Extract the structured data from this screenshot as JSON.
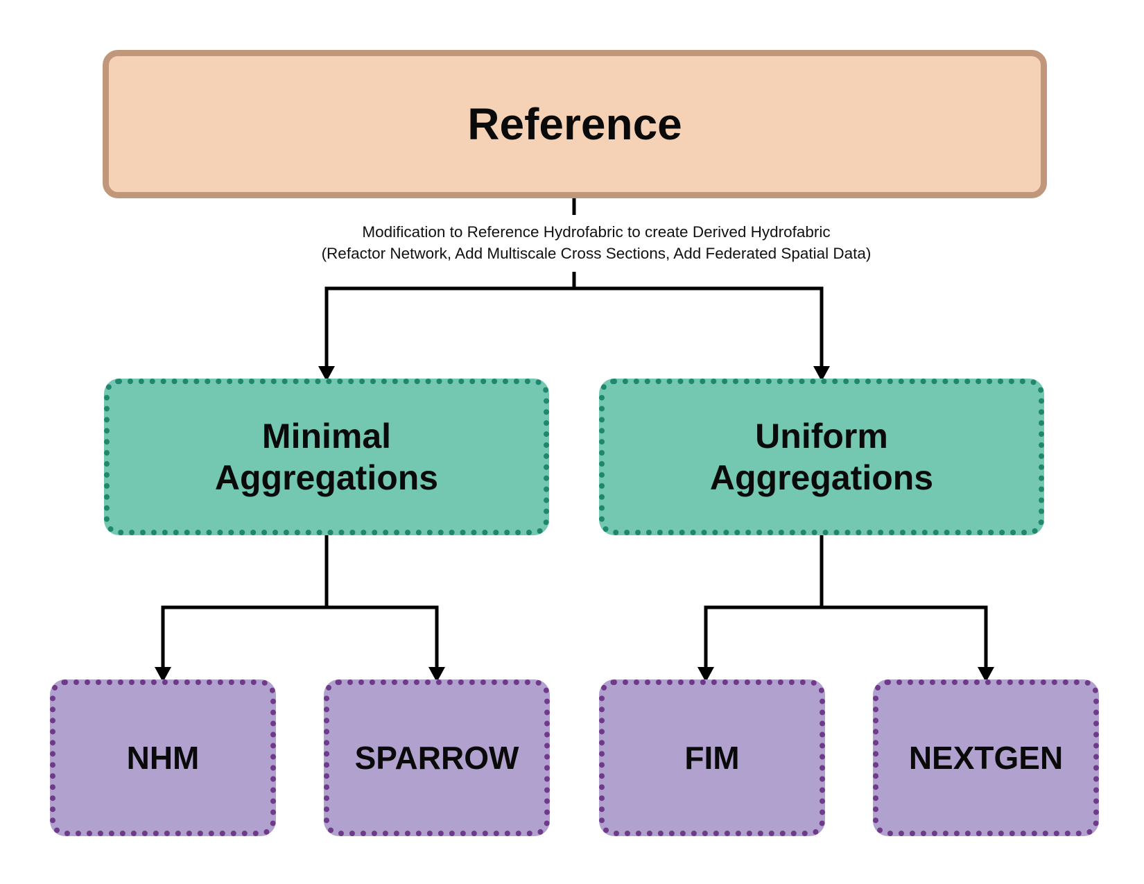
{
  "reference": {
    "label": "Reference"
  },
  "note": {
    "line1": "Modification to Reference Hydrofabric to create Derived Hydrofabric",
    "line2": "(Refactor Network, Add Multiscale Cross Sections, Add Federated Spatial Data)"
  },
  "aggregations": [
    {
      "line1": "Minimal",
      "line2": "Aggregations"
    },
    {
      "line1": "Uniform",
      "line2": "Aggregations"
    }
  ],
  "models": [
    {
      "label": "NHM"
    },
    {
      "label": "SPARROW"
    },
    {
      "label": "FIM"
    },
    {
      "label": "NEXTGEN"
    }
  ],
  "colors": {
    "reference_fill": "#f5d1b5",
    "reference_border": "#c0977a",
    "aggregation_fill": "#74c7b1",
    "aggregation_border": "#1f876c",
    "model_fill": "#b1a1ce",
    "model_border": "#6e3a89",
    "connector": "#000000"
  }
}
